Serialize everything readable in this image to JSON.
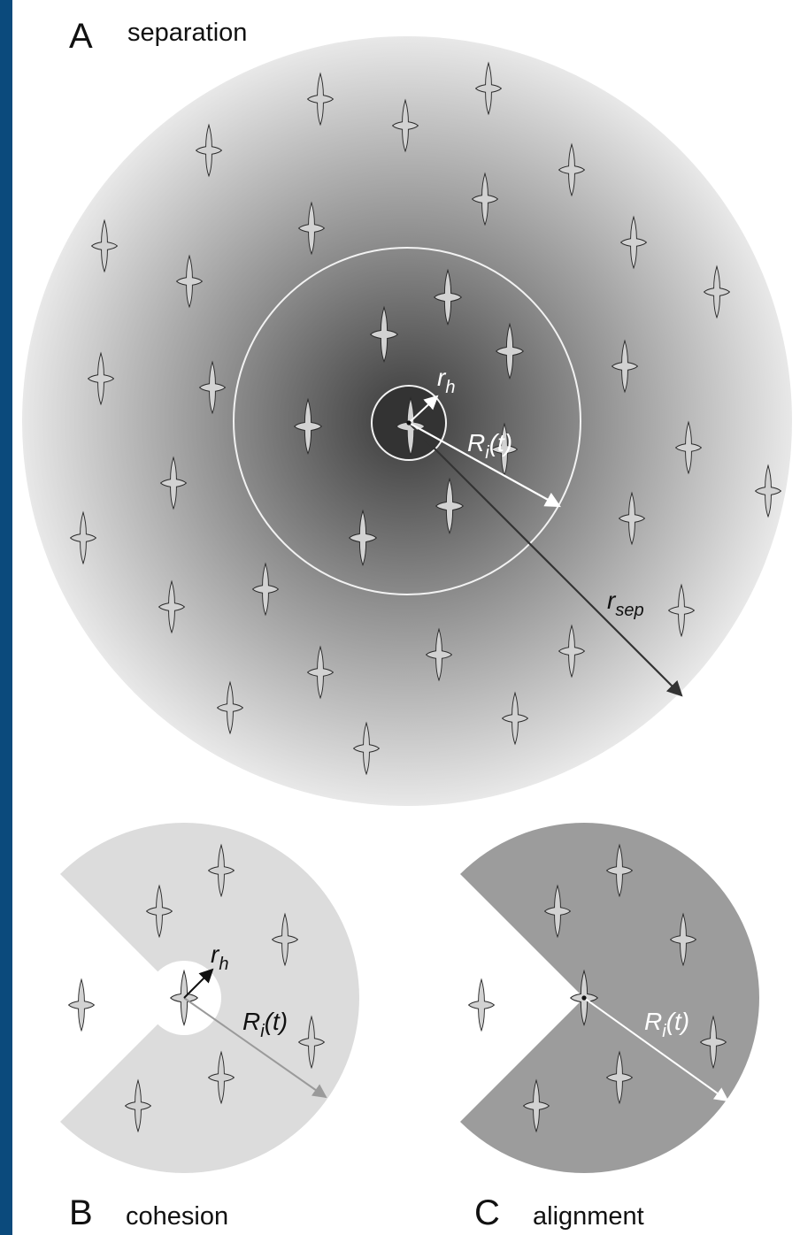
{
  "colors": {
    "frame": "#0b4a7c",
    "paper": "#ffffff",
    "bird_fill": "#d2d2d2",
    "bird_stroke": "#2a2a2a",
    "cohesion_zone": "#dcdcdc",
    "alignment_zone": "#9c9c9c",
    "separation_center": "#3a3a3a",
    "separation_edge": "#e6e6e6"
  },
  "panel_a": {
    "letter": "A",
    "title": "separation",
    "r_h": {
      "base": "r",
      "sub": "h"
    },
    "R_i": {
      "base": "R",
      "sub": "i",
      "suffix": "(t)"
    },
    "r_sep": {
      "base": "r",
      "sub": "sep"
    }
  },
  "panel_b": {
    "letter": "B",
    "title": "cohesion",
    "r_h": {
      "base": "r",
      "sub": "h"
    },
    "R_i": {
      "base": "R",
      "sub": "i",
      "suffix": "(t)"
    }
  },
  "panel_c": {
    "letter": "C",
    "title": "alignment",
    "R_i": {
      "base": "R",
      "sub": "i",
      "suffix": "(t)"
    }
  }
}
